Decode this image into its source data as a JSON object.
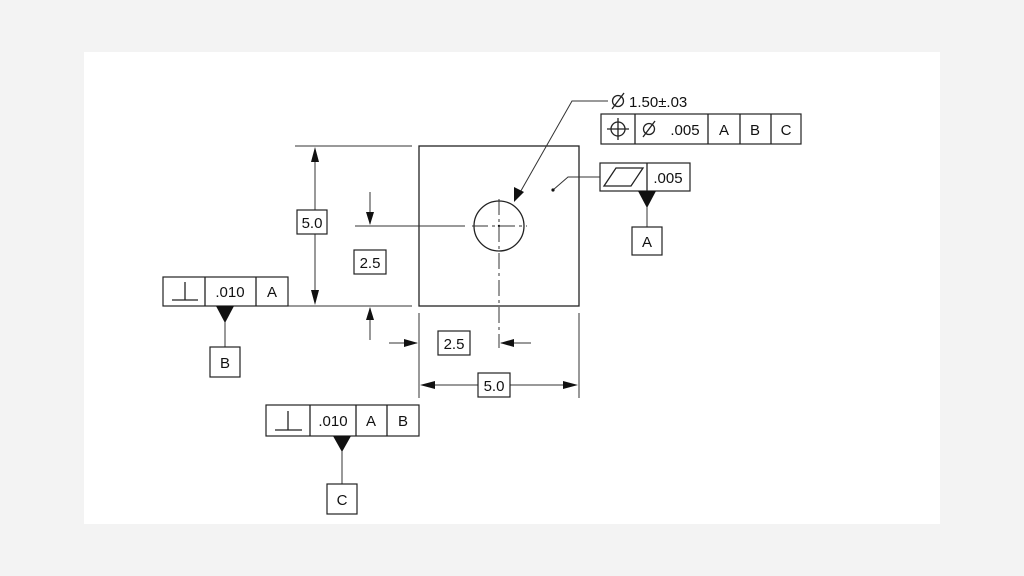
{
  "part": {
    "hole_callout": {
      "diameter_symbol": "⌀",
      "size": "1.50±.03"
    },
    "position_fcf": {
      "symbol": "position-symbol",
      "diameter_symbol": "⌀",
      "tolerance": ".005",
      "datums": [
        "A",
        "B",
        "C"
      ]
    },
    "flatness_fcf": {
      "symbol": "flatness-symbol",
      "tolerance": ".005"
    },
    "datum_a": "A",
    "perpendicularity_left": {
      "symbol": "perpendicularity-symbol",
      "tolerance": ".010",
      "datums": [
        "A"
      ]
    },
    "datum_b": "B",
    "perpendicularity_bottom": {
      "symbol": "perpendicularity-symbol",
      "tolerance": ".010",
      "datums": [
        "A",
        "B"
      ]
    },
    "datum_c": "C",
    "dimensions": {
      "height": "5.0",
      "hole_y": "2.5",
      "hole_x": "2.5",
      "width": "5.0"
    }
  }
}
